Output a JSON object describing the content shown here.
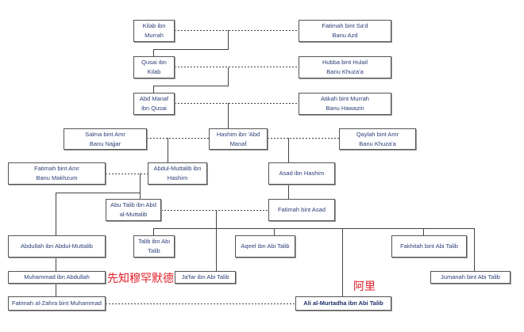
{
  "people": {
    "kilab": [
      "Kilab ibn",
      "Murrah"
    ],
    "fatimah_sad": [
      "Fatimah bint Sa'd",
      "Banu Azd"
    ],
    "qusai": [
      "Qusai ibn",
      "Kilab"
    ],
    "hubba": [
      "Hubba bint Hulail",
      "Banu Khuza'a"
    ],
    "abd_manaf": [
      "Abd Manaf",
      "ibn Qusai"
    ],
    "atikah": [
      "Atikah bint Murrah",
      "Banu Hawazin"
    ],
    "salma": [
      "Salma bint Amr",
      "Banu Najjar"
    ],
    "hashim": [
      "Hashim ibn 'Abd",
      "Manaf"
    ],
    "qaylah": [
      "Qaylah bint Amr",
      "Banu Khuza'a"
    ],
    "fatimah_amr": [
      "Fatimah bint Amr",
      "Banu Makhzum"
    ],
    "abdul_muttalib": [
      "Abdul-Muttalib ibn",
      "Hashim"
    ],
    "asad": [
      "Asad ibn Hashim"
    ],
    "abu_talib": [
      "Abu Talib ibn Abd",
      "al-Muttalib"
    ],
    "fatimah_asad": [
      "Fatimah bint Asad"
    ],
    "abdullah": [
      "Abdullah ibn Abdul-Muttalib"
    ],
    "talib": [
      "Talib ibn Abi",
      "Talib"
    ],
    "aqeel": [
      "Aqeel ibn Abi Talib"
    ],
    "fakhitah": [
      "Fakhitah bint Abi Talib"
    ],
    "muhammad": [
      "Muhammad ibn Abdullah"
    ],
    "jafar": [
      "Ja'far ibn Abi Talib"
    ],
    "jumanah": [
      "Jumanah bint Abi Talib"
    ],
    "fatimah_zahra": [
      "Fatimah al-Zahra bint Muhammad"
    ],
    "ali": [
      "Ali al-Murtadha ibn Abi Talib"
    ]
  },
  "annotations": {
    "muhammad_cn": "先知穆罕默德",
    "ali_cn": "阿里"
  },
  "colors": {
    "name_text": "#2c3f78",
    "annotation": "#e0202a"
  }
}
